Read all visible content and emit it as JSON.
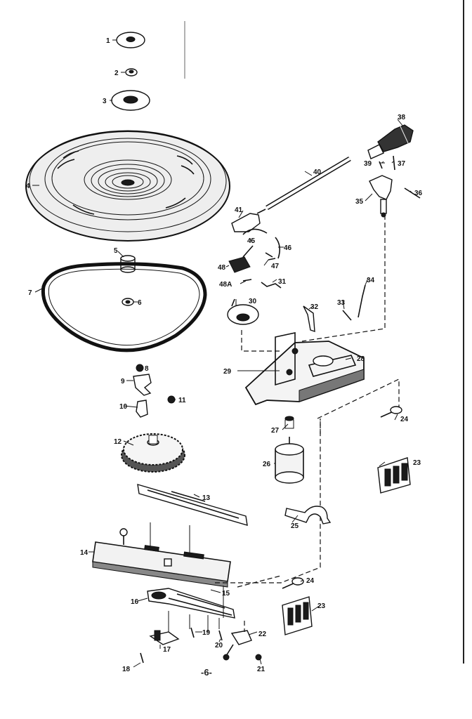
{
  "diagram": {
    "page_number": "-6-",
    "callouts": {
      "c1": "1",
      "c2": "2",
      "c3": "3",
      "c4": "4",
      "c5": "5",
      "c6": "6",
      "c7": "7",
      "c8": "8",
      "c9": "9",
      "c10": "10",
      "c11": "11",
      "c12": "12",
      "c13": "13",
      "c14": "14",
      "c15": "15",
      "c16": "16",
      "c17": "17",
      "c18": "18",
      "c19": "19",
      "c20": "20",
      "c21": "21",
      "c22": "22",
      "c23a": "23",
      "c23b": "23",
      "c24a": "24",
      "c24b": "24",
      "c25": "25",
      "c26": "26",
      "c27": "27",
      "c28": "28",
      "c29": "29",
      "c30": "30",
      "c31": "31",
      "c32": "32",
      "c33": "33",
      "c34": "34",
      "c35": "35",
      "c36": "36",
      "c37": "37",
      "c38": "38",
      "c39": "39",
      "c40": "40",
      "c41": "41",
      "c45": "45",
      "c46": "46",
      "c47": "47",
      "c48": "48",
      "c48a": "48A"
    }
  }
}
